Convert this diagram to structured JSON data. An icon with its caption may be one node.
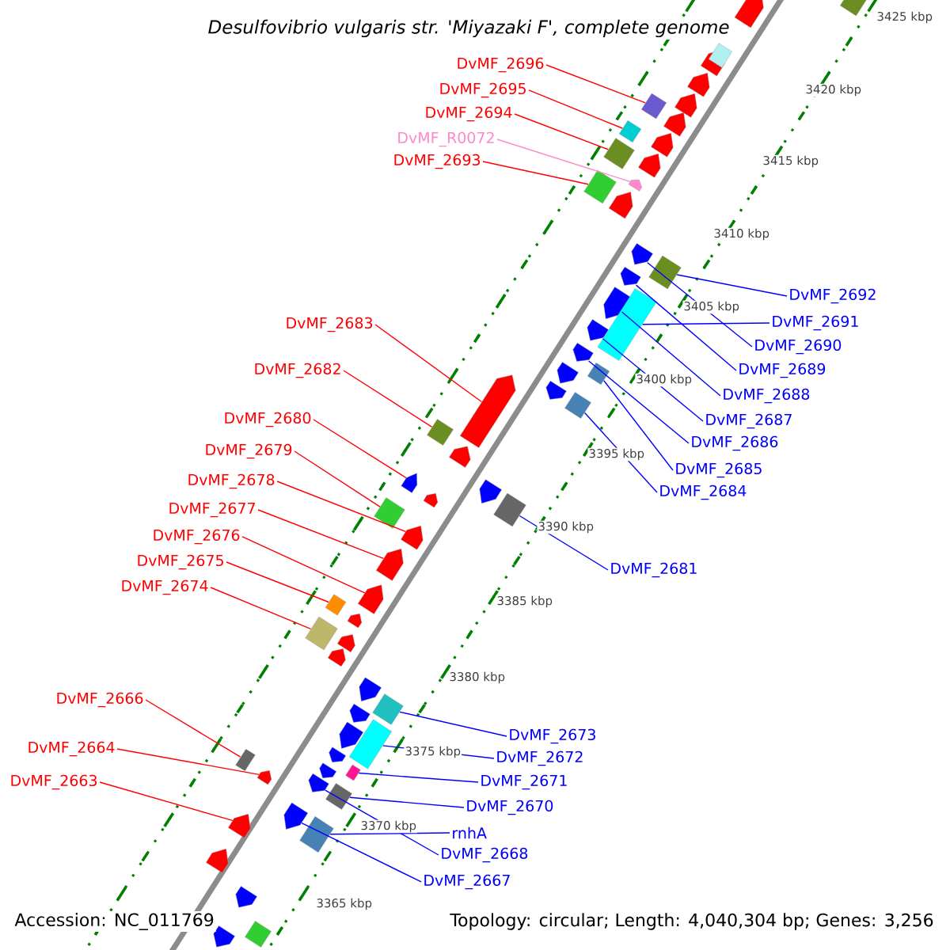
{
  "diagram": {
    "title": "Desulfovibrio vulgaris str. 'Miyazaki F', complete genome",
    "nodes": [
      {
        "text": [
          "DvMF_2696"
        ]
      },
      {
        "text": [
          "DvMF_2695"
        ]
      },
      {
        "text": [
          "DvMF_2694"
        ]
      },
      {
        "text": [
          "DvMF_R0072"
        ]
      },
      {
        "text": [
          "DvMF_2693"
        ]
      },
      {
        "text": [
          "DvMF_2683"
        ]
      },
      {
        "text": [
          "DvMF_2682"
        ]
      },
      {
        "text": [
          "DvMF_2680"
        ]
      },
      {
        "text": [
          "DvMF_2679"
        ]
      },
      {
        "text": [
          "DvMF_2678"
        ]
      },
      {
        "text": [
          "DvMF_2677"
        ]
      },
      {
        "text": [
          "DvMF_2676"
        ]
      },
      {
        "text": [
          "DvMF_2675"
        ]
      },
      {
        "text": [
          "DvMF_2674"
        ]
      },
      {
        "text": [
          "DvMF_2666"
        ]
      },
      {
        "text": [
          "DvMF_2664"
        ]
      },
      {
        "text": [
          "DvMF_2663"
        ]
      },
      {
        "text": [
          "DvMF_2692"
        ]
      },
      {
        "text": [
          "DvMF_2691"
        ]
      },
      {
        "text": [
          "DvMF_2690"
        ]
      },
      {
        "text": [
          "DvMF_2689"
        ]
      },
      {
        "text": [
          "DvMF_2688"
        ]
      },
      {
        "text": [
          "DvMF_2687"
        ]
      },
      {
        "text": [
          "DvMF_2686"
        ]
      },
      {
        "text": [
          "DvMF_2685"
        ]
      },
      {
        "text": [
          "DvMF_2684"
        ]
      },
      {
        "text": [
          "DvMF_2681"
        ]
      },
      {
        "text": [
          "DvMF_2673"
        ]
      },
      {
        "text": [
          "DvMF_2672"
        ]
      },
      {
        "text": [
          "DvMF_2671"
        ]
      },
      {
        "text": [
          "DvMF_2670"
        ]
      },
      {
        "text": [
          "rnhA"
        ]
      },
      {
        "text": [
          "DvMF_2668"
        ]
      },
      {
        "text": [
          "DvMF_2667"
        ]
      },
      {
        "text": [],
        "shape": "arrow"
      },
      {
        "text": [],
        "shape": "arrow"
      },
      {
        "text": [],
        "shape": "arrow"
      },
      {
        "text": [],
        "shape": "arrow"
      },
      {
        "text": [],
        "shape": "arrow"
      },
      {
        "text": [],
        "shape": "arrow"
      },
      {
        "text": [],
        "shape": "arrow"
      },
      {
        "text": [],
        "shape": "arrow"
      },
      {
        "text": [],
        "shape": "arrow"
      },
      {
        "text": [],
        "shape": "box"
      },
      {
        "text": [],
        "shape": "box"
      },
      {
        "text": [],
        "shape": "box"
      },
      {
        "text": [],
        "shape": "box"
      },
      {
        "text": [],
        "shape": "box"
      },
      {
        "text": [],
        "shape": "box"
      },
      {
        "text": [],
        "shape": "arrow"
      },
      {
        "text": [],
        "shape": "arrow"
      },
      {
        "text": [],
        "shape": "box"
      },
      {
        "text": [],
        "shape": "arrow"
      },
      {
        "text": [],
        "shape": "arrow"
      },
      {
        "text": [],
        "shape": "box"
      },
      {
        "text": [],
        "shape": "arrow"
      },
      {
        "text": [],
        "shape": "arrow"
      },
      {
        "text": [],
        "shape": "arrow"
      },
      {
        "text": [],
        "shape": "box"
      },
      {
        "text": [],
        "shape": "box"
      },
      {
        "text": [],
        "shape": "arrow"
      },
      {
        "text": [],
        "shape": "arrow"
      },
      {
        "text": [],
        "shape": "arrow"
      },
      {
        "text": [],
        "shape": "box"
      },
      {
        "text": [],
        "shape": "arrow"
      },
      {
        "text": [],
        "shape": "arrow"
      },
      {
        "text": [],
        "shape": "arrow"
      },
      {
        "text": [],
        "shape": "arrow"
      },
      {
        "text": [],
        "shape": "arrow"
      },
      {
        "text": [],
        "shape": "arrow"
      },
      {
        "text": [],
        "shape": "arrow"
      },
      {
        "text": [],
        "shape": "arrow"
      },
      {
        "text": [],
        "shape": "arrow"
      },
      {
        "text": [],
        "shape": "arrow"
      },
      {
        "text": [],
        "shape": "box"
      },
      {
        "text": [],
        "shape": "box"
      },
      {
        "text": [],
        "shape": "box"
      },
      {
        "text": [],
        "shape": "box"
      },
      {
        "text": [],
        "shape": "arrow"
      },
      {
        "text": [],
        "shape": "box"
      },
      {
        "text": [],
        "shape": "arrow"
      },
      {
        "text": [],
        "shape": "arrow"
      },
      {
        "text": [],
        "shape": "arrow"
      },
      {
        "text": [],
        "shape": "arrow"
      },
      {
        "text": [],
        "shape": "arrow"
      },
      {
        "text": [],
        "shape": "arrow"
      },
      {
        "text": [],
        "shape": "box"
      },
      {
        "text": [],
        "shape": "box"
      },
      {
        "text": [],
        "shape": "box"
      },
      {
        "text": [],
        "shape": "box"
      },
      {
        "text": [],
        "shape": "arrow"
      },
      {
        "text": [],
        "shape": "box"
      },
      {
        "text": [],
        "shape": "arrow"
      },
      {
        "text": [],
        "shape": "box"
      },
      {
        "text": [],
        "shape": "arrow"
      }
    ],
    "edges": [
      {
        "from": 0,
        "to": 43,
        "arrow": "none",
        "color": "#ff0000"
      },
      {
        "from": 1,
        "to": 44,
        "arrow": "none",
        "color": "#ff0000"
      },
      {
        "from": 2,
        "to": 45,
        "arrow": "none",
        "color": "#ff0000"
      },
      {
        "from": 3,
        "to": 41,
        "arrow": "none",
        "color": "#ff88cc"
      },
      {
        "from": 4,
        "to": 46,
        "arrow": "none",
        "color": "#ff0000"
      },
      {
        "from": 5,
        "to": 49,
        "arrow": "none",
        "color": "#ff0000"
      },
      {
        "from": 6,
        "to": 51,
        "arrow": "none",
        "color": "#ff0000"
      },
      {
        "from": 7,
        "to": 52,
        "arrow": "none",
        "color": "#ff0000"
      },
      {
        "from": 8,
        "to": 54,
        "arrow": "none",
        "color": "#ff0000"
      },
      {
        "from": 9,
        "to": 55,
        "arrow": "none",
        "color": "#ff0000"
      },
      {
        "from": 10,
        "to": 56,
        "arrow": "none",
        "color": "#ff0000"
      },
      {
        "from": 11,
        "to": 57,
        "arrow": "none",
        "color": "#ff0000"
      },
      {
        "from": 12,
        "to": 58,
        "arrow": "none",
        "color": "#ff0000"
      },
      {
        "from": 13,
        "to": 59,
        "arrow": "none",
        "color": "#ff0000"
      },
      {
        "from": 14,
        "to": 63,
        "arrow": "none",
        "color": "#ff0000"
      },
      {
        "from": 15,
        "to": 64,
        "arrow": "none",
        "color": "#ff0000"
      },
      {
        "from": 16,
        "to": 65,
        "arrow": "none",
        "color": "#ff0000"
      },
      {
        "from": 17,
        "to": 74,
        "arrow": "none",
        "color": "#0000ff"
      },
      {
        "from": 18,
        "to": 75,
        "arrow": "none",
        "color": "#0000ff"
      },
      {
        "from": 19,
        "to": 67,
        "arrow": "none",
        "color": "#0000ff"
      },
      {
        "from": 20,
        "to": 68,
        "arrow": "none",
        "color": "#0000ff"
      },
      {
        "from": 21,
        "to": 69,
        "arrow": "none",
        "color": "#0000ff"
      },
      {
        "from": 22,
        "to": 70,
        "arrow": "none",
        "color": "#0000ff"
      },
      {
        "from": 23,
        "to": 71,
        "arrow": "none",
        "color": "#0000ff"
      },
      {
        "from": 24,
        "to": 76,
        "arrow": "none",
        "color": "#0000ff"
      },
      {
        "from": 25,
        "to": 77,
        "arrow": "none",
        "color": "#0000ff"
      },
      {
        "from": 26,
        "to": 79,
        "arrow": "none",
        "color": "#0000ff"
      },
      {
        "from": 27,
        "to": 86,
        "arrow": "none",
        "color": "#0000ff"
      },
      {
        "from": 28,
        "to": 87,
        "arrow": "none",
        "color": "#0000ff"
      },
      {
        "from": 29,
        "to": 88,
        "arrow": "none",
        "color": "#0000ff"
      },
      {
        "from": 30,
        "to": 89,
        "arrow": "none",
        "color": "#0000ff"
      },
      {
        "from": 31,
        "to": 91,
        "arrow": "none",
        "color": "#0000ff"
      },
      {
        "from": 32,
        "to": 85,
        "arrow": "none",
        "color": "#0000ff"
      },
      {
        "from": 33,
        "to": 90,
        "arrow": "none",
        "color": "#0000ff"
      }
    ],
    "labels": [
      "3425 kbp",
      "3420 kbp",
      "3415 kbp",
      "3410 kbp",
      "3405 kbp",
      "3400 kbp",
      "3395 kbp",
      "3390 kbp",
      "3385 kbp",
      "3380 kbp",
      "3375 kbp",
      "3370 kbp",
      "3365 kbp",
      "Accession: NC_011769",
      "Topology: circular; Length: 4,040,304 bp; Genes: 3,256"
    ]
  }
}
